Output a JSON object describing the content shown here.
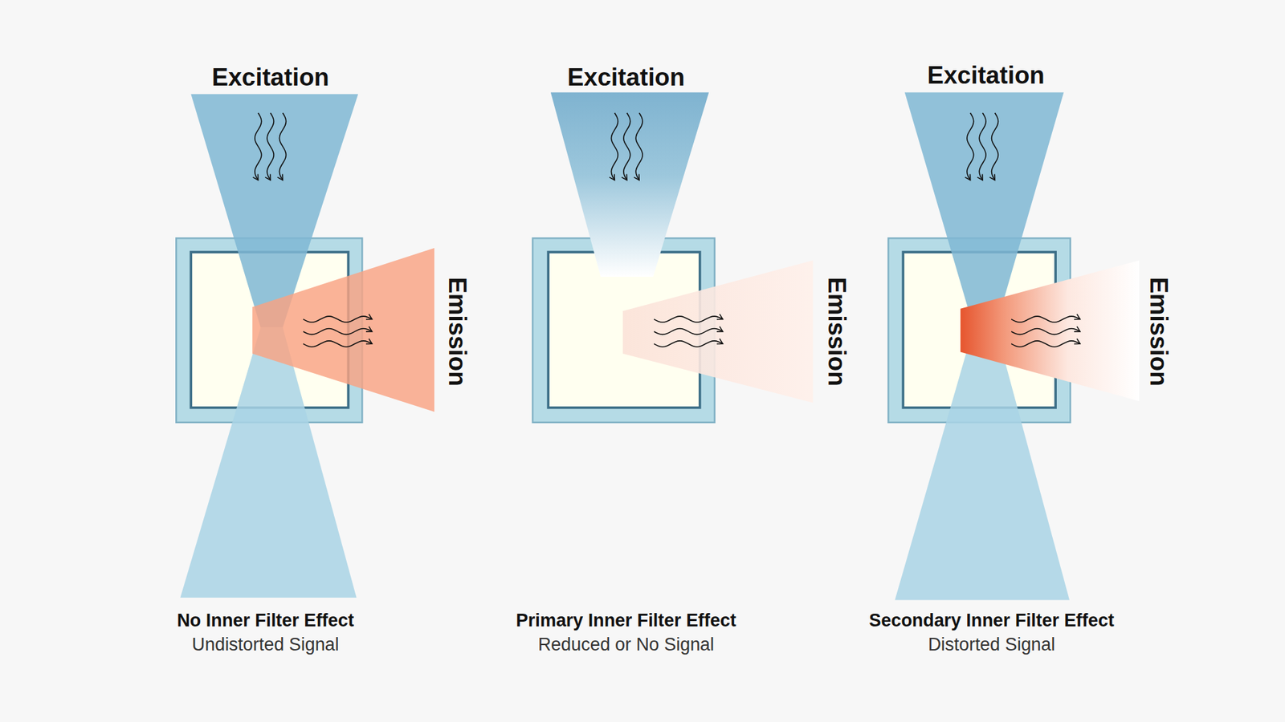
{
  "diagram": {
    "labels": [
      "Excitation",
      "Emission",
      "No Inner Filter Effect",
      "Undistorted Signal",
      "Excitation",
      "Emission",
      "Primary Inner Filter Effect",
      "Reduced or No Signal",
      "Excitation",
      "Emission",
      "Secondary Inner Filter Effect",
      "Distorted Signal"
    ]
  }
}
